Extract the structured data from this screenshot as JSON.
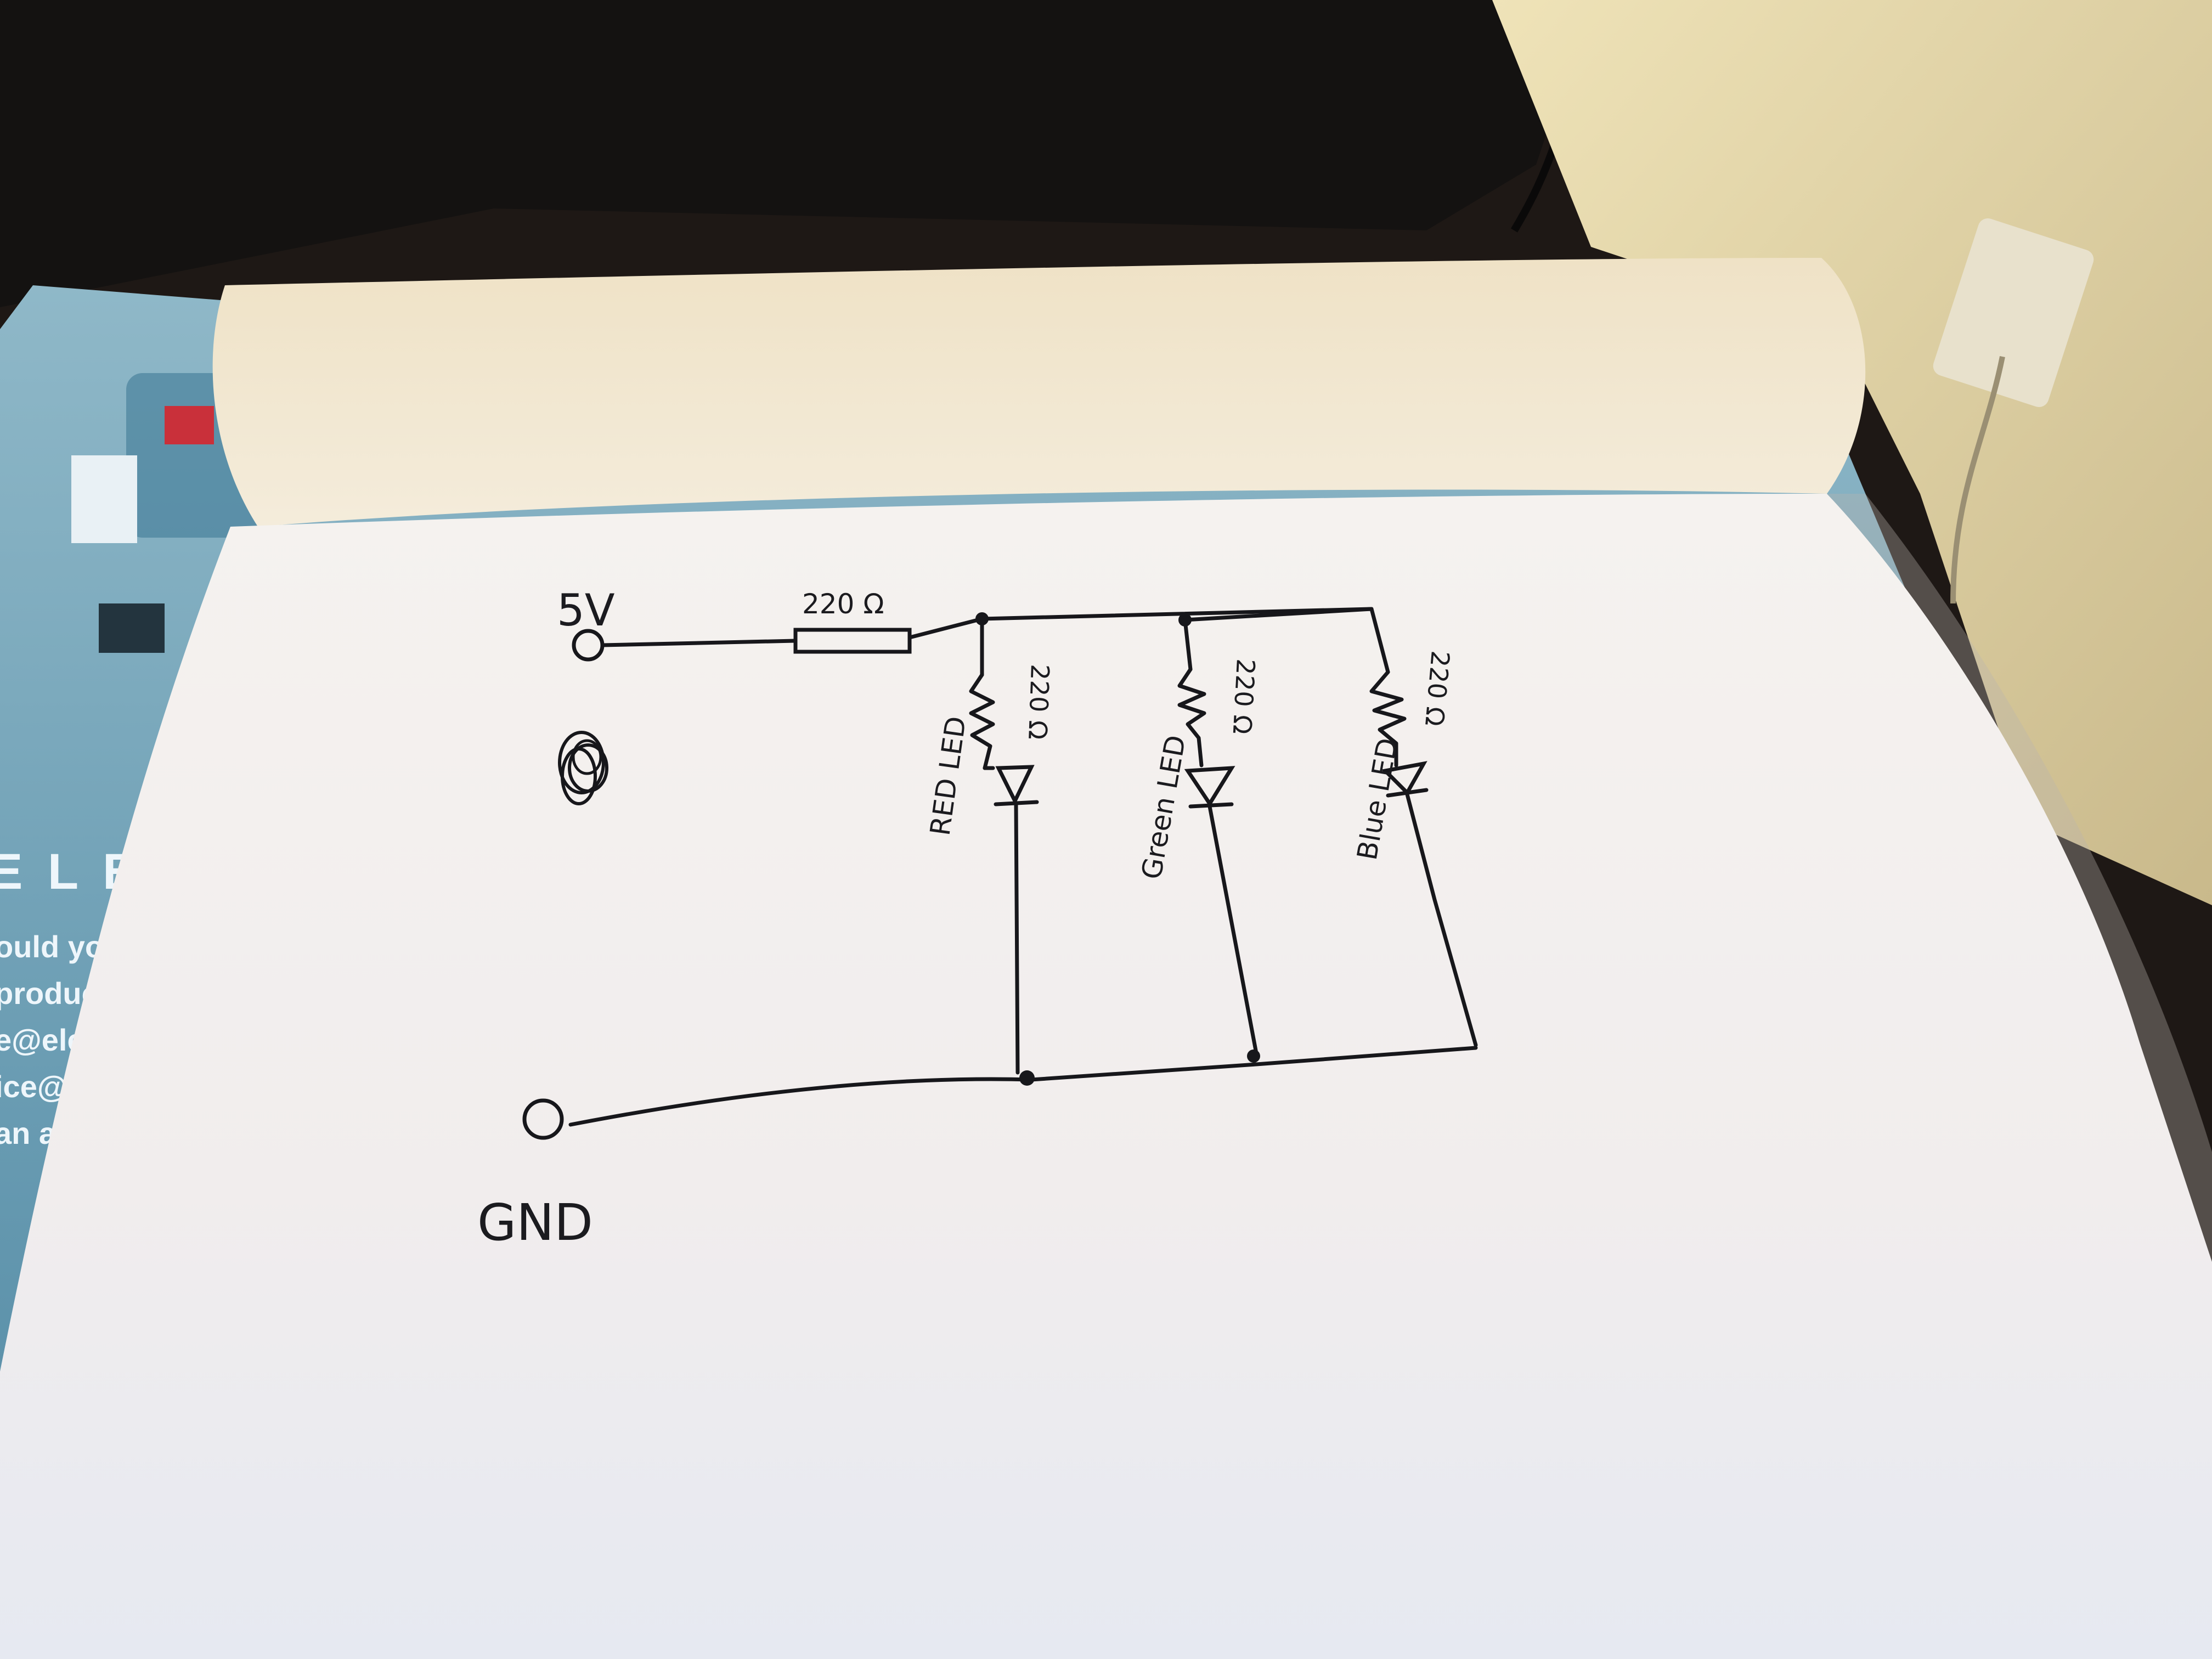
{
  "background": {
    "box_brand_letters": "E L E",
    "box_lines": [
      "ould you",
      "produc",
      "e@ele",
      "ice@e",
      "an an"
    ]
  },
  "diagram": {
    "supply_label": "5V",
    "ground_label": "GND",
    "series_resistor": "220 Ω",
    "branches": [
      {
        "led_label": "RED LED",
        "resistor_label": "220 Ω"
      },
      {
        "led_label": "Green LED",
        "resistor_label": "220 Ω"
      },
      {
        "led_label": "Blue LED",
        "resistor_label": "220 Ω"
      }
    ]
  },
  "colors": {
    "paper": "#f6f2ee",
    "ink": "#17171b",
    "box_blue": "#6f9fb5",
    "wall": "#d9c99d"
  }
}
